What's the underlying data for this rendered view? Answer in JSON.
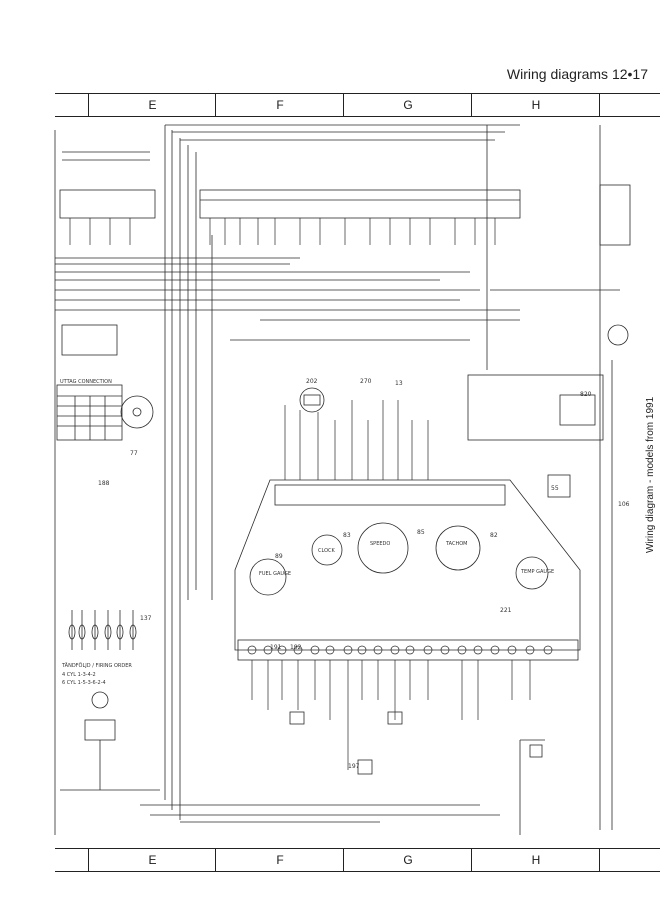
{
  "header": {
    "title": "Wiring diagrams  12•17"
  },
  "columns": [
    "E",
    "F",
    "G",
    "H"
  ],
  "side_caption": "Wiring diagram - models from 1991",
  "gauges": {
    "fuel": "FUEL GAUGE",
    "clock": "CLOCK",
    "speedo": "SPEEDO",
    "tacho": "TACHOM",
    "temp": "TEMP GAUGE"
  },
  "component_numbers": [
    "202",
    "270",
    "13",
    "820",
    "55",
    "85",
    "83",
    "89",
    "106",
    "82",
    "221",
    "197",
    "191",
    "192",
    "77",
    "137",
    "188"
  ],
  "left_tables": {
    "connection_title": "UTTAG CONNECTION",
    "spark_title": "TÄNDFÖLJD / FIRING ORDER",
    "firing_4": "4 CYL  1-3-4-2",
    "firing_6": "6 CYL  1-5-3-6-2-4"
  }
}
